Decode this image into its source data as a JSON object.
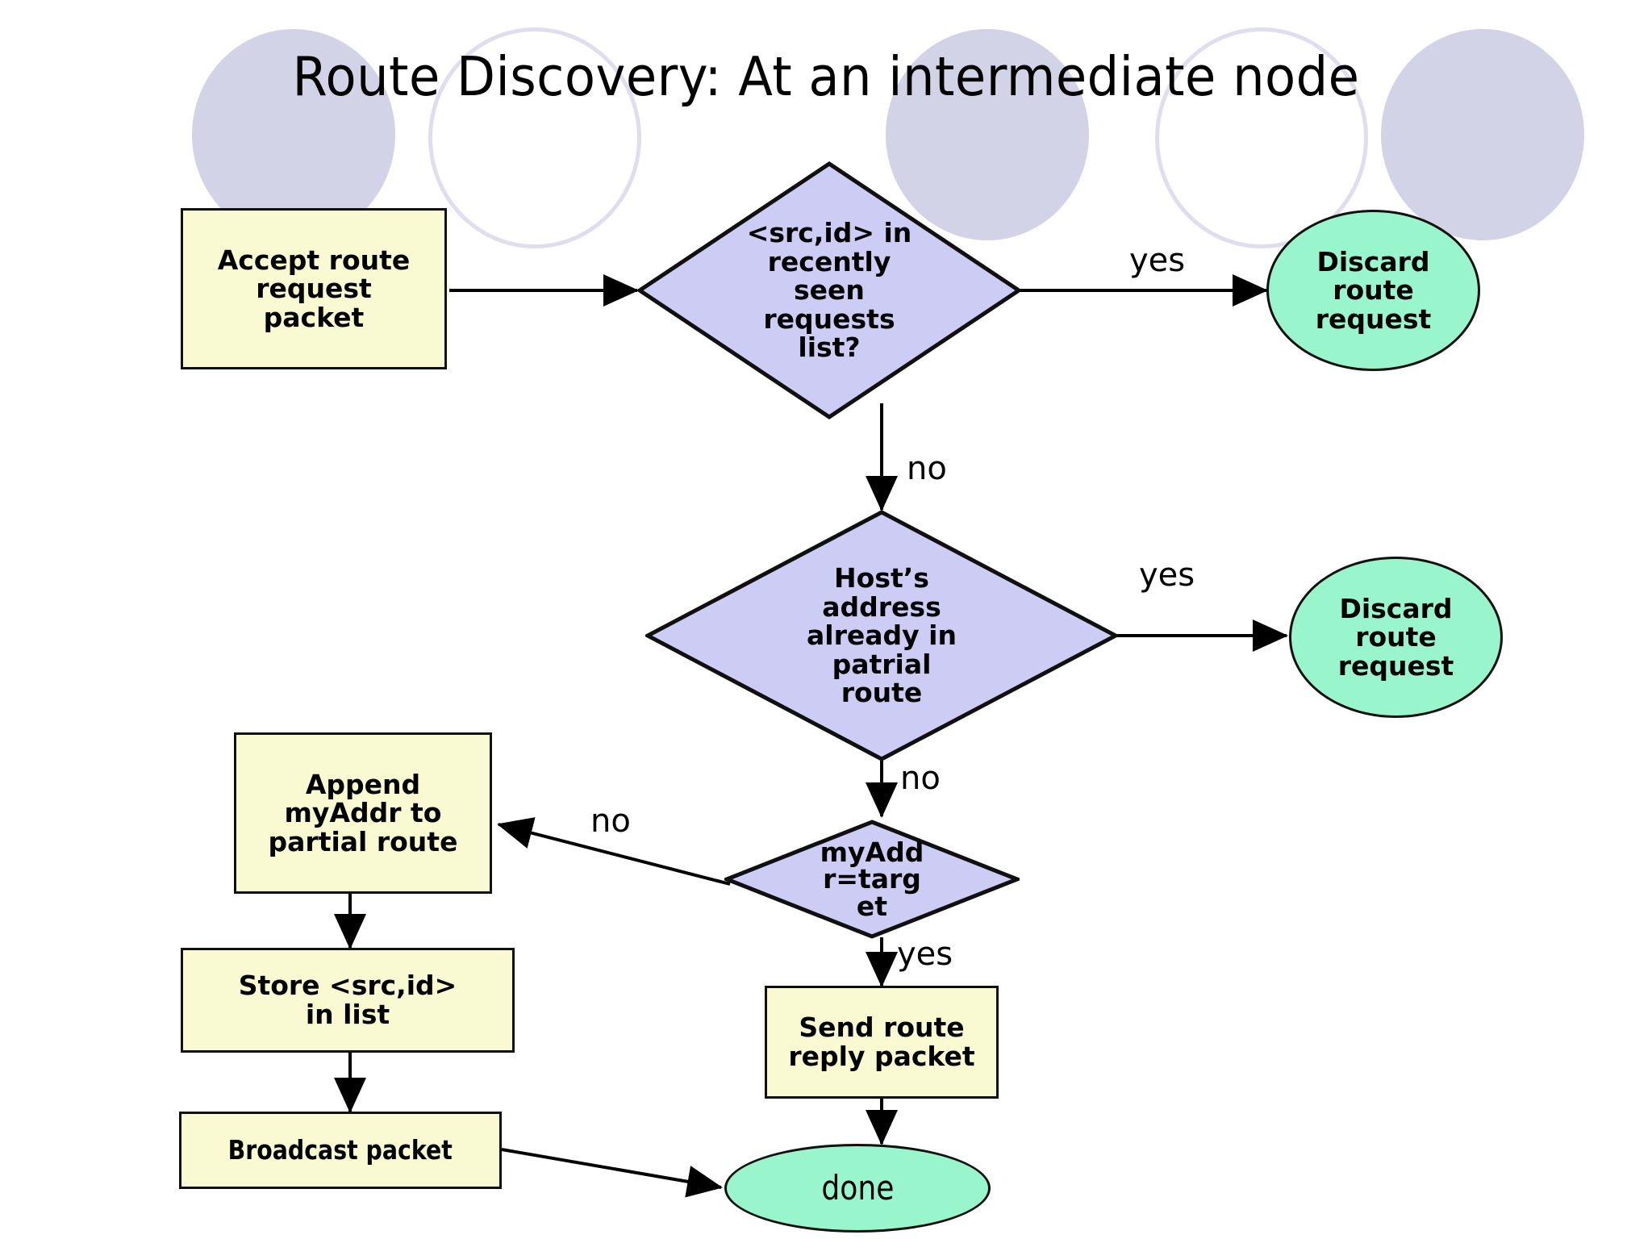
{
  "slide": {
    "title": "Route Discovery: At an intermediate node",
    "background_color": "#ffffff"
  },
  "palette": {
    "process_fill": "#fafad2",
    "decision_fill": "#ccccf5",
    "terminal_fill": "#99f5cc",
    "stroke": "#101010",
    "deco_fill": "#d3d3e8",
    "deco_ring": "#dedeee",
    "text": "#000000"
  },
  "nodes": {
    "accept": {
      "label": "Accept route\nrequest\npacket",
      "shape": "process"
    },
    "seen_check": {
      "label": "<src,id> in\nrecently\nseen\nrequests\nlist?",
      "shape": "decision"
    },
    "discard1": {
      "label": "Discard\nroute\nrequest",
      "shape": "terminal"
    },
    "addr_check": {
      "label": "Host’s\naddress\nalready in\npatrial\nroute",
      "shape": "decision"
    },
    "discard2": {
      "label": "Discard\nroute\nrequest",
      "shape": "terminal"
    },
    "target_check": {
      "label": "myAdd\nr=targ\net",
      "shape": "decision"
    },
    "append": {
      "label": "Append\nmyAddr to\npartial route",
      "shape": "process"
    },
    "store": {
      "label": "Store <src,id>\nin list",
      "shape": "process"
    },
    "broadcast": {
      "label": "Broadcast packet",
      "shape": "process"
    },
    "send_reply": {
      "label": "Send route\nreply packet",
      "shape": "process"
    },
    "done": {
      "label": "done",
      "shape": "terminal"
    }
  },
  "edges": {
    "seen_yes": "yes",
    "seen_no": "no",
    "addr_yes": "yes",
    "addr_no": "no",
    "target_no": "no",
    "target_yes": "yes"
  },
  "chart_data": {
    "type": "table",
    "title": "Route Discovery: At an intermediate node",
    "nodes": [
      {
        "id": "accept",
        "shape": "process",
        "text": "Accept route request packet"
      },
      {
        "id": "seen_check",
        "shape": "decision",
        "text": "<src,id> in recently seen requests list?"
      },
      {
        "id": "discard1",
        "shape": "terminal",
        "text": "Discard route request"
      },
      {
        "id": "addr_check",
        "shape": "decision",
        "text": "Host's address already in patrial route"
      },
      {
        "id": "discard2",
        "shape": "terminal",
        "text": "Discard route request"
      },
      {
        "id": "target_check",
        "shape": "decision",
        "text": "myAddr=target"
      },
      {
        "id": "append",
        "shape": "process",
        "text": "Append myAddr to partial route"
      },
      {
        "id": "store",
        "shape": "process",
        "text": "Store <src,id> in list"
      },
      {
        "id": "broadcast",
        "shape": "process",
        "text": "Broadcast packet"
      },
      {
        "id": "send_reply",
        "shape": "process",
        "text": "Send route reply packet"
      },
      {
        "id": "done",
        "shape": "terminal",
        "text": "done"
      }
    ],
    "links": [
      {
        "from": "accept",
        "to": "seen_check",
        "label": ""
      },
      {
        "from": "seen_check",
        "to": "discard1",
        "label": "yes"
      },
      {
        "from": "seen_check",
        "to": "addr_check",
        "label": "no"
      },
      {
        "from": "addr_check",
        "to": "discard2",
        "label": "yes"
      },
      {
        "from": "addr_check",
        "to": "target_check",
        "label": "no"
      },
      {
        "from": "target_check",
        "to": "append",
        "label": "no"
      },
      {
        "from": "target_check",
        "to": "send_reply",
        "label": "yes"
      },
      {
        "from": "append",
        "to": "store",
        "label": ""
      },
      {
        "from": "store",
        "to": "broadcast",
        "label": ""
      },
      {
        "from": "broadcast",
        "to": "done",
        "label": ""
      },
      {
        "from": "send_reply",
        "to": "done",
        "label": ""
      }
    ]
  }
}
